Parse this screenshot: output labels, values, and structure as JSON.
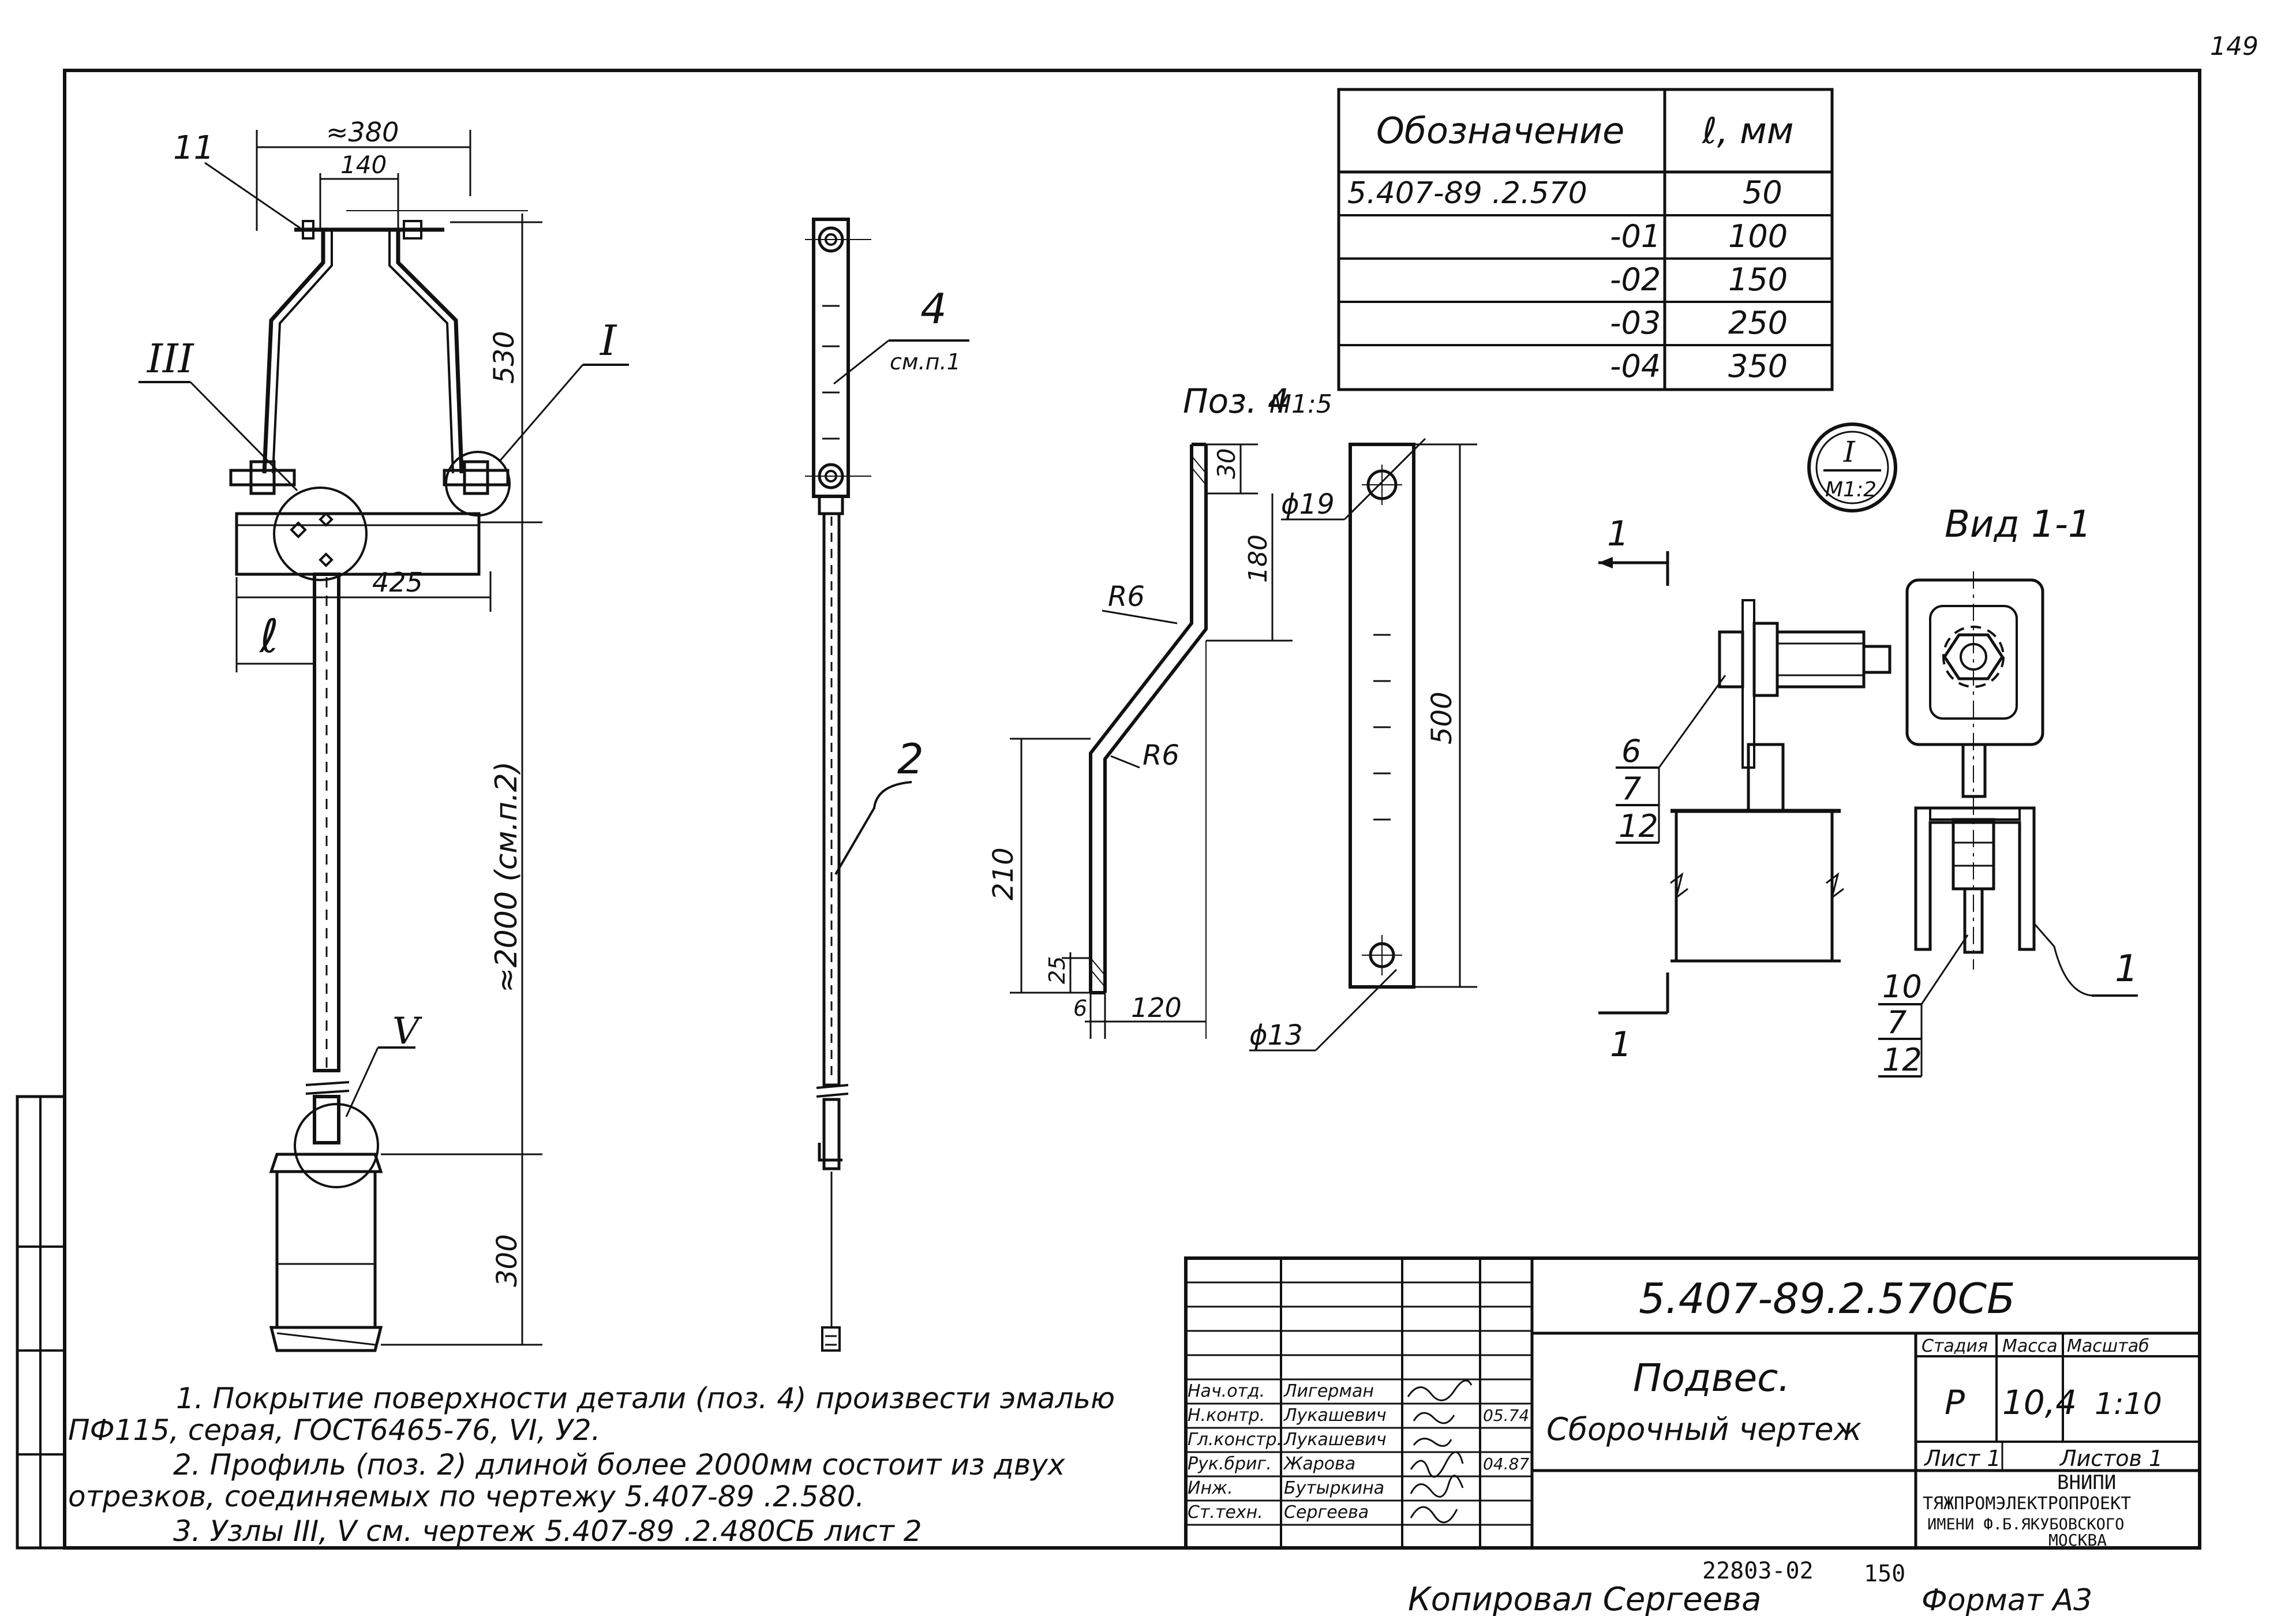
{
  "page_number": "149",
  "spec_table": {
    "headers": [
      "Обозначение",
      "ℓ, мм"
    ],
    "rows": [
      {
        "designation": "5.407-89 .2.570",
        "length": "50"
      },
      {
        "designation": "-01",
        "length": "100"
      },
      {
        "designation": "-02",
        "length": "150"
      },
      {
        "designation": "-03",
        "length": "250"
      },
      {
        "designation": "-04",
        "length": "350"
      }
    ]
  },
  "main_view": {
    "dim_380": "≈380",
    "dim_140": "140",
    "dim_530": "530",
    "dim_425": "425",
    "dim_l": "ℓ",
    "dim_2000": "≈2000 (см.п.2)",
    "dim_300": "300",
    "label_11": "11",
    "node_I": "I",
    "node_III": "III",
    "node_V": "V"
  },
  "side_view": {
    "pos4_label": "4",
    "pos4_note": "см.п.1",
    "pos2_label": "2"
  },
  "pos4_detail": {
    "title": "Поз. 4",
    "scale": "М1:5",
    "dim_30": "30",
    "dim_180": "180",
    "r1": "R6",
    "r2": "R6",
    "dim_210": "210",
    "dim_25": "25",
    "dim_6": "6",
    "dim_120": "120",
    "hole_top": "ϕ19",
    "dim_500": "500",
    "hole_bottom": "ϕ13"
  },
  "node_detail": {
    "node_num": "I",
    "node_scale": "М1:2",
    "view_title": "Вид 1-1",
    "cut_a": "1",
    "cut_b": "1",
    "callouts_left": [
      "6",
      "7",
      "12"
    ],
    "callouts_bottom": [
      "10",
      "7",
      "12"
    ],
    "callout_1": "1"
  },
  "notes": [
    "1. Покрытие поверхности детали (поз. 4) произвести эмалью ПФ115, серая, ГОСТ6465-76, VI, У2.",
    "2. Профиль (поз. 2) длиной более 2000мм состоит из двух отрезков, соединяемых по чертежу 5.407-89 .2.580.",
    "3. Узлы III, V см. чертеж 5.407-89 .2.480СБ лист 2"
  ],
  "notes_lines": [
    "1. Покрытие поверхности детали (поз. 4) произвести эмалью",
    "ПФ115, серая, ГОСТ6465-76, VI, У2.",
    "2. Профиль (поз. 2) длиной более 2000мм состоит из двух",
    "отрезков, соединяемых по чертежу 5.407-89 .2.580.",
    "3. Узлы III, V см. чертеж 5.407-89 .2.480СБ лист 2"
  ],
  "title_block": {
    "doc_number": "5.407-89.2.570СБ",
    "name_line1": "Подвес.",
    "name_line2": "Сборочный чертеж",
    "stage_header": "Стадия",
    "mass_header": "Масса",
    "scale_header": "Масштаб",
    "stage": "Р",
    "mass": "10,4",
    "scale": "1:10",
    "sheet": "Лист 1",
    "sheets": "Листов 1",
    "org_line1": "ВНИПИ",
    "org_line2": "ТЯЖПРОМЭЛЕКТРОПРОЕКТ",
    "org_line3": "ИМЕНИ Ф.Б.ЯКУБОВСКОГО",
    "org_line4": "МОСКВА",
    "signatures": [
      {
        "role": "Нач.отд.",
        "name": "Лигерман",
        "date": ""
      },
      {
        "role": "Н.контр.",
        "name": "Лукашевич",
        "date": "05.74"
      },
      {
        "role": "Гл.констр.",
        "name": "Лукашевич",
        "date": ""
      },
      {
        "role": "Рук.бриг.",
        "name": "Жарова",
        "date": "04.87"
      },
      {
        "role": "Инж.",
        "name": "Бутыркина",
        "date": ""
      },
      {
        "role": "Ст.техн.",
        "name": "Сергеева",
        "date": ""
      }
    ]
  },
  "footer": {
    "archive_number": "22803-02",
    "archive_page": "150",
    "copied_by": "Копировал Сергеева",
    "format": "Формат А3"
  }
}
